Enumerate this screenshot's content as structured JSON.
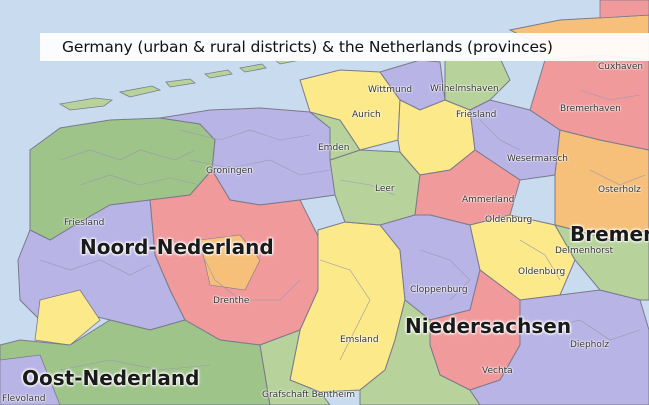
{
  "title": "Germany (urban & rural districts) & the Netherlands (provinces)",
  "regions": {
    "noord_nederland": "Noord-Nederland",
    "oost_nederland": "Oost-Nederland",
    "niedersachsen": "Niedersachsen",
    "bremen": "Bremen"
  },
  "places": {
    "wittmund": "Wittmund",
    "wilhelmshaven": "Wilhelmshaven",
    "cuxhaven": "Cuxhaven",
    "aurich": "Aurich",
    "friesland_de": "Friesland",
    "bremerhaven": "Bremerhaven",
    "emden": "Emden",
    "groningen": "Groningen",
    "leer": "Leer",
    "wesermarsch": "Wesermarsch",
    "osterholz": "Osterholz",
    "friesland_nl": "Friesland",
    "ammerland": "Ammerland",
    "oldenburg_city": "Oldenburg",
    "delmenhorst": "Delmenhorst",
    "oldenburg_district": "Oldenburg",
    "drenthe": "Drenthe",
    "cloppenburg": "Cloppenburg",
    "emsland": "Emsland",
    "diepholz": "Diepholz",
    "vechta": "Vechta",
    "grafschaft_bentheim": "Grafschaft Bentheim",
    "flevoland": "Flevoland"
  },
  "colors": {
    "sea": "#c9dbef",
    "land_blue": "#b9b4e6",
    "land_yellow": "#fbe98a",
    "land_green": "#b7d39b",
    "land_pink": "#f19a9c",
    "land_orange": "#f7c07a",
    "nl_green": "#9fc48a",
    "border": "#7a7a8c"
  }
}
